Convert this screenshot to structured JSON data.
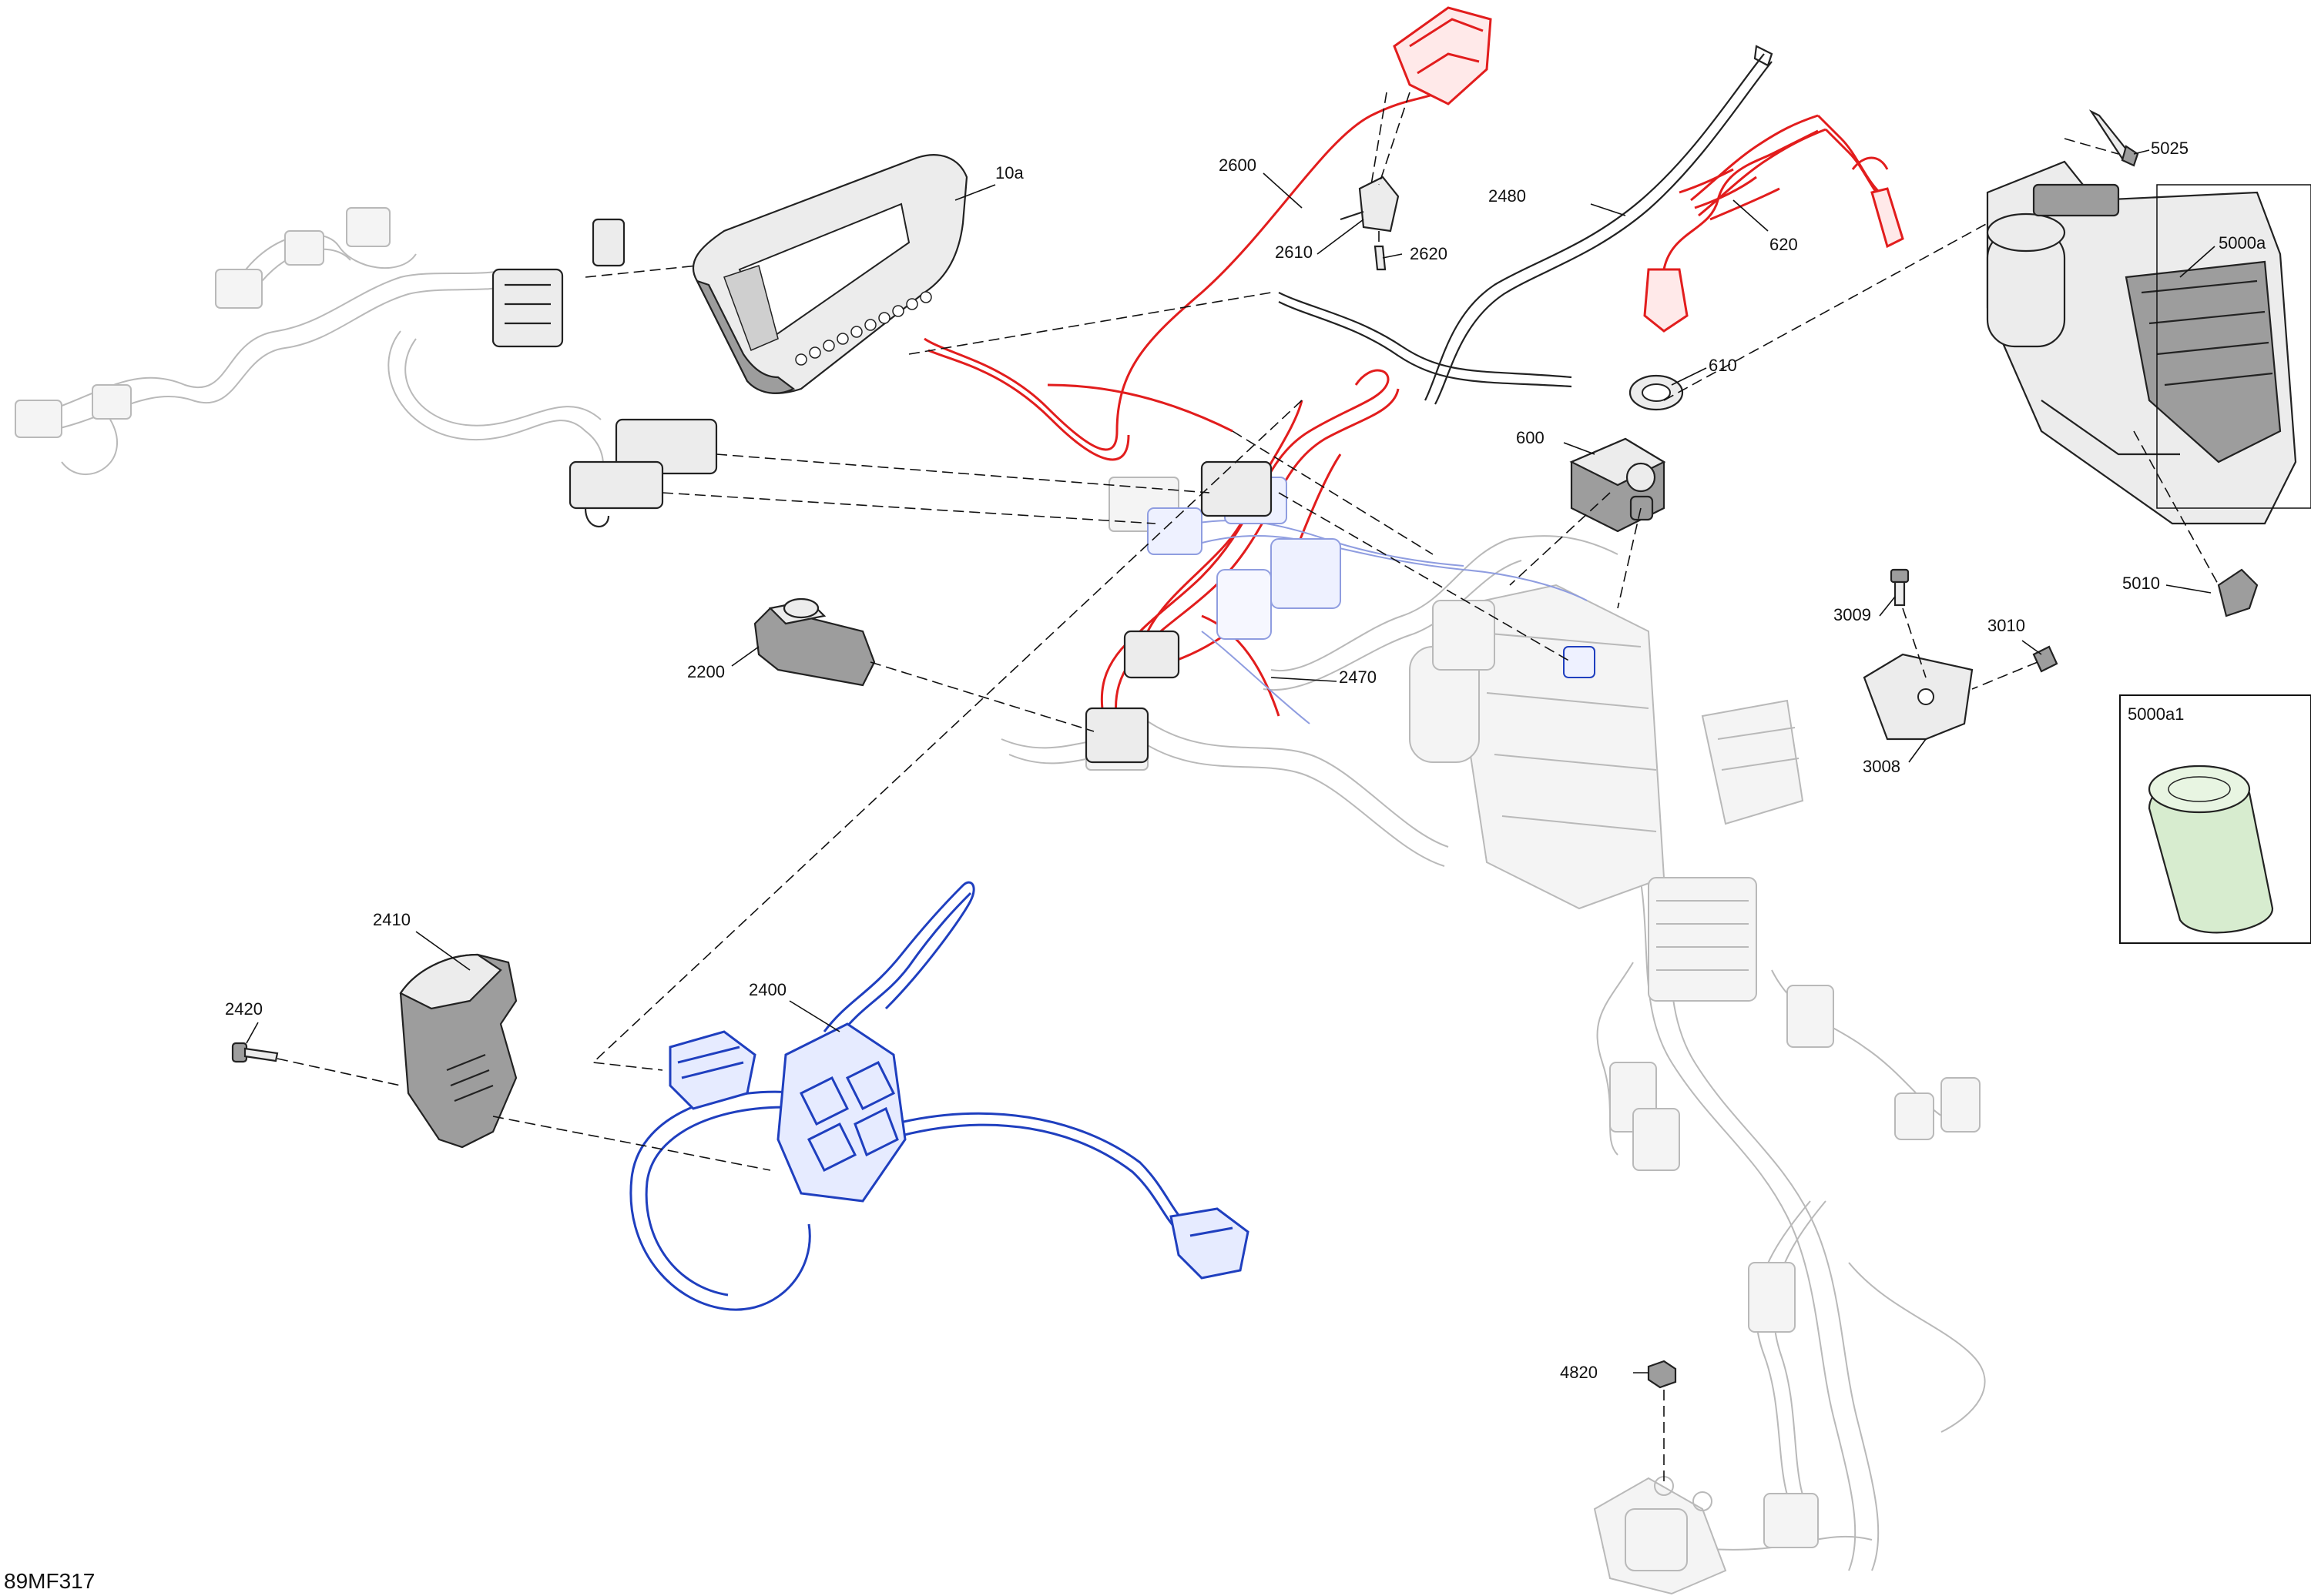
{
  "diagram": {
    "code": "89MF317",
    "inset_label": "5000a1",
    "callouts": [
      {
        "id": "c10a",
        "label": "10a"
      },
      {
        "id": "c2600",
        "label": "2600"
      },
      {
        "id": "c2610",
        "label": "2610"
      },
      {
        "id": "c2620",
        "label": "2620"
      },
      {
        "id": "c2480",
        "label": "2480"
      },
      {
        "id": "c620",
        "label": "620"
      },
      {
        "id": "c610",
        "label": "610"
      },
      {
        "id": "c600",
        "label": "600"
      },
      {
        "id": "c5025",
        "label": "5025"
      },
      {
        "id": "c5000a",
        "label": "5000a"
      },
      {
        "id": "c5010",
        "label": "5010"
      },
      {
        "id": "c3009",
        "label": "3009"
      },
      {
        "id": "c3010",
        "label": "3010"
      },
      {
        "id": "c3008",
        "label": "3008"
      },
      {
        "id": "c2200",
        "label": "2200"
      },
      {
        "id": "c2470",
        "label": "2470"
      },
      {
        "id": "c2410",
        "label": "2410"
      },
      {
        "id": "c2420",
        "label": "2420"
      },
      {
        "id": "c2400",
        "label": "2400"
      },
      {
        "id": "c4820",
        "label": "4820"
      }
    ]
  },
  "colors": {
    "highlight_red": "#e21d1d",
    "highlight_blue": "#1f3fbf",
    "ghost_gray": "#b9b9b9",
    "filter_green": "#d7eccf"
  }
}
